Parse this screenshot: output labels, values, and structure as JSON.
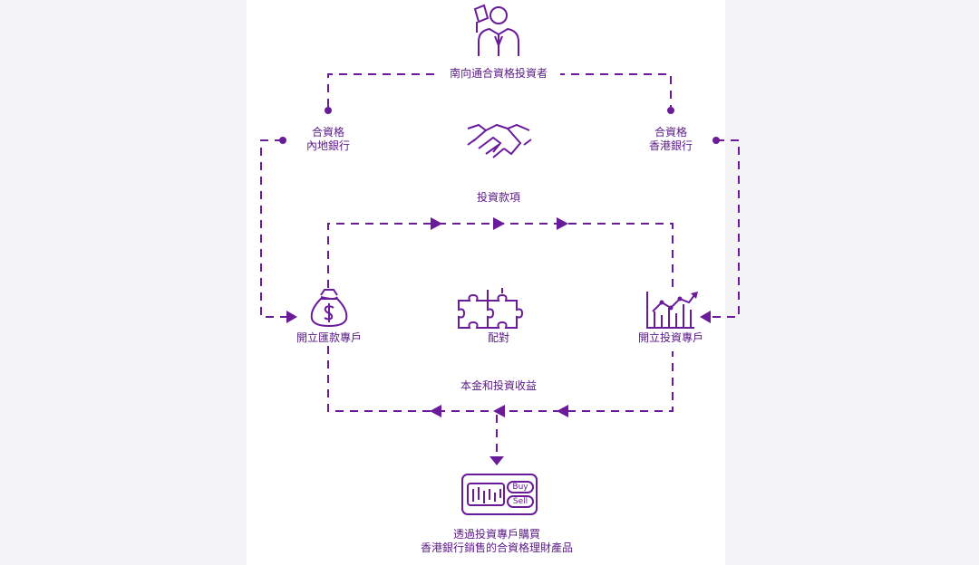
{
  "diagram": {
    "investor_label": "南向通合資格投資者",
    "mainland_bank": [
      "合資格",
      "內地銀行"
    ],
    "hk_bank": [
      "合資格",
      "香港銀行"
    ],
    "investment_funds": "投資款項",
    "remittance_account": "開立匯款專戶",
    "matching": "配對",
    "investment_account": "開立投資專戶",
    "principal_returns": "本金和投資收益",
    "purchase": [
      "透過投資專戶購買",
      "香港銀行銷售的合資格理財產品"
    ],
    "buy_label": "Buy",
    "sell_label": "Sell"
  },
  "colors": {
    "accent": "#6a1b9a",
    "text": "#5a1a86"
  },
  "icons": [
    "investor-icon",
    "handshake-icon",
    "money-bag-icon",
    "puzzle-icon",
    "chart-icon",
    "trading-terminal-icon"
  ]
}
